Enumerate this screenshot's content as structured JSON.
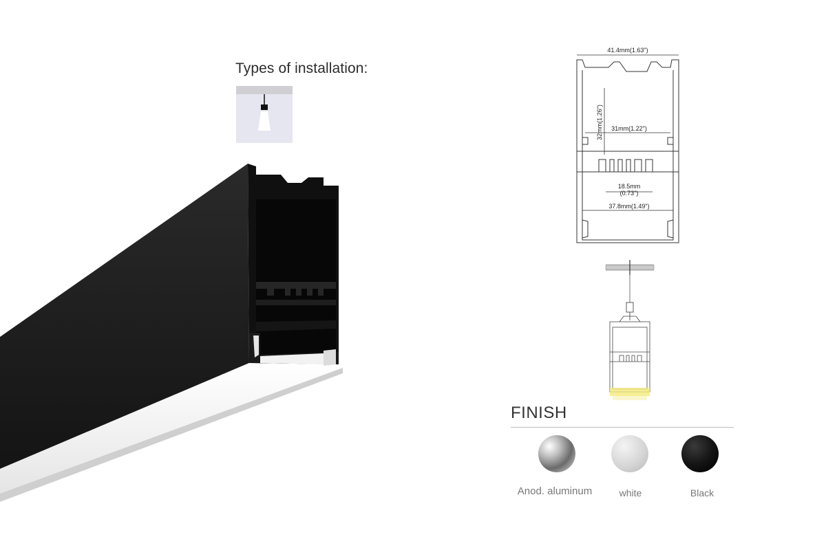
{
  "installation": {
    "title": "Types of installation:",
    "type_icon": "pendant-install-icon"
  },
  "drawing": {
    "width_top": "41.4mm(1.63\")",
    "height": "32mm(1.26\")",
    "inner_width": "31mm(1.22\")",
    "fin_width": "18.5mm",
    "fin_width_in": "(0.73\")",
    "bottom_width": "37.8mm(1.49\")"
  },
  "finish": {
    "title": "FINISH",
    "options": [
      {
        "label": "Anod. aluminum",
        "color": "#9a9a9a"
      },
      {
        "label": "white",
        "color": "#d8d8d8"
      },
      {
        "label": "Black",
        "color": "#151515"
      }
    ]
  },
  "colors": {
    "profile_black": "#141414",
    "diffuser_white": "#f7f7f7",
    "led_glow": "#f5eb7a"
  }
}
